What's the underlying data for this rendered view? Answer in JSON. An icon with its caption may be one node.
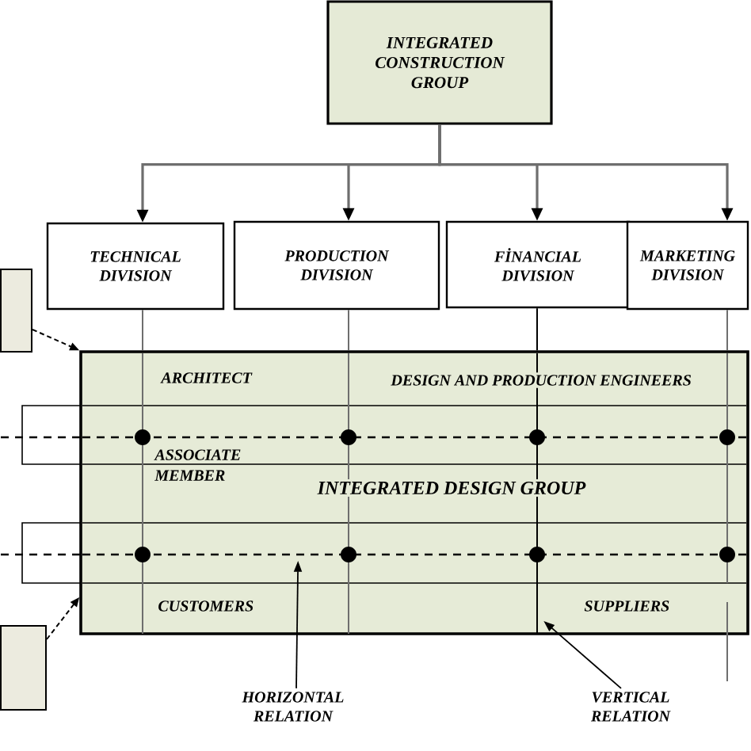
{
  "diagram": {
    "nodes": [
      {
        "text": [
          "INTEGRATED CONSTRUCTION GROUP"
        ]
      },
      {
        "text": [
          "TECHNICAL DIVISION"
        ]
      },
      {
        "text": [
          "PRODUCTION DIVISION"
        ]
      },
      {
        "text": [
          "FİNANCIAL DIVISION"
        ]
      },
      {
        "text": [
          "MARKETING DIVISION"
        ]
      },
      {
        "text": [],
        "shape": "box"
      },
      {
        "text": [
          "ARCHITECT",
          "DESIGN AND PRODUCTION ENGINEERS",
          "ASSOCIATE MEMBER",
          "INTEGRATED DESIGN GROUP",
          "CUSTOMERS",
          "SUPPLIERS"
        ]
      },
      {
        "text": [],
        "shape": "box"
      },
      {
        "text": [
          "HORIZONTAL RELATION"
        ]
      },
      {
        "text": [
          "VERTICAL RELATION"
        ]
      }
    ],
    "edges": [
      {
        "from": 0,
        "to": 1,
        "arrow": "to"
      },
      {
        "from": 0,
        "to": 2,
        "arrow": "to"
      },
      {
        "from": 0,
        "to": 3,
        "arrow": "to"
      },
      {
        "from": 0,
        "to": 4,
        "arrow": "to"
      },
      {
        "from": 1,
        "to": 6,
        "arrow": "none"
      },
      {
        "from": 2,
        "to": 6,
        "arrow": "none"
      },
      {
        "from": 3,
        "to": 6,
        "arrow": "none",
        "color": "#000000"
      },
      {
        "from": 4,
        "to": 6,
        "arrow": "none"
      },
      {
        "from": 5,
        "to": 6,
        "arrow": "to",
        "style": "dashed",
        "color": "#000000"
      },
      {
        "from": 7,
        "to": 6,
        "arrow": "to",
        "style": "dashed",
        "color": "#000000"
      },
      {
        "from": 8,
        "to": 6,
        "arrow": "to",
        "color": "#000000"
      },
      {
        "from": 9,
        "to": 6,
        "arrow": "to",
        "color": "#000000"
      }
    ]
  }
}
